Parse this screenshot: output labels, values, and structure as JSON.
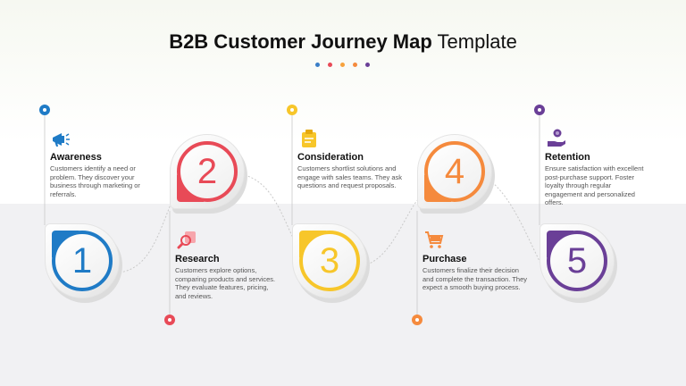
{
  "title": {
    "bold": "B2B Customer Journey Map",
    "light": "Template"
  },
  "colors": {
    "blue": "#1f7bc6",
    "red": "#e84a57",
    "yellow": "#f7c62a",
    "orange": "#f58a3d",
    "purple": "#6a3f97",
    "connector": "#c9c9c9",
    "title_text": "#111111",
    "body_text": "#555555"
  },
  "palette_dots": [
    "#3a7ec7",
    "#e84a57",
    "#f7a23d",
    "#f58a3d",
    "#6a3f97"
  ],
  "steps": [
    {
      "number": "1",
      "heading": "Awareness",
      "text": "Customers identify a need or problem. They discover your business through marketing or referrals.",
      "icon": "megaphone-icon",
      "color": "#1f7bc6"
    },
    {
      "number": "2",
      "heading": "Research",
      "text": "Customers explore options, comparing products and services. They evaluate features, pricing, and reviews.",
      "icon": "magnifier-icon",
      "color": "#e84a57"
    },
    {
      "number": "3",
      "heading": "Consideration",
      "text": "Customers shortlist solutions and engage with sales teams. They ask questions and request proposals.",
      "icon": "clipboard-icon",
      "color": "#f7c62a"
    },
    {
      "number": "4",
      "heading": "Purchase",
      "text": "Customers finalize their decision and complete the transaction. They expect a smooth buying process.",
      "icon": "shopping-cart-icon",
      "color": "#f58a3d"
    },
    {
      "number": "5",
      "heading": "Retention",
      "text": "Ensure satisfaction with excellent post-purchase support. Foster loyalty through regular engagement and personalized offers.",
      "icon": "hand-coin-icon",
      "color": "#6a3f97"
    }
  ]
}
